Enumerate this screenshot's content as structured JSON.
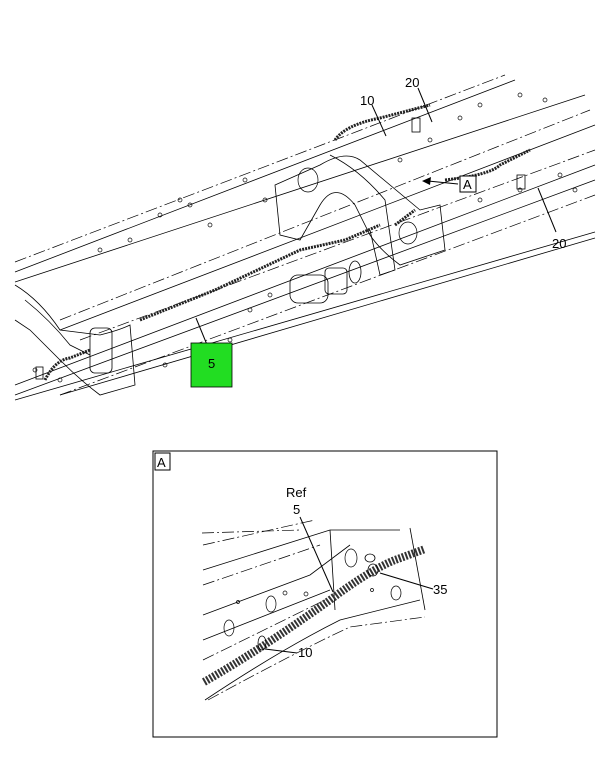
{
  "main_view": {
    "callouts": {
      "c10": "10",
      "c20_top": "20",
      "c20_right": "20",
      "c5": "5",
      "view_ref": "A"
    },
    "highlight_color": "#22dd22"
  },
  "detail_view": {
    "title": "A",
    "callouts": {
      "ref": "Ref",
      "c5": "5",
      "c35": "35",
      "c10": "10"
    }
  }
}
